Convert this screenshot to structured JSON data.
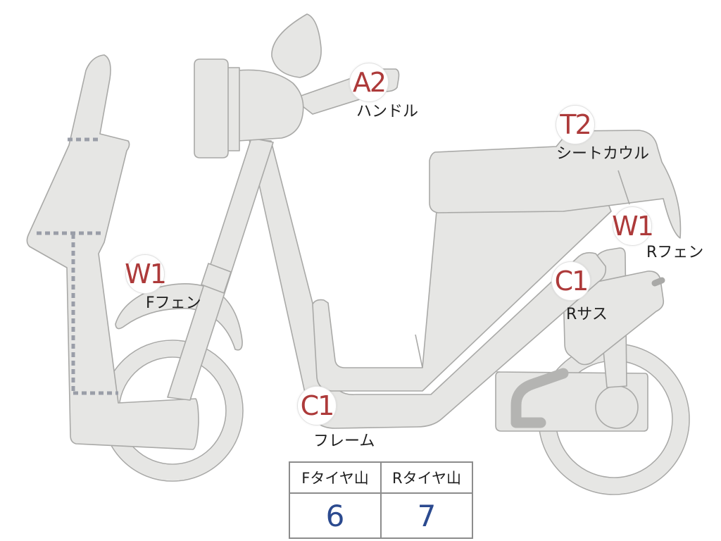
{
  "markers": [
    {
      "id": "a2",
      "code": "A2",
      "label": "ハンドル"
    },
    {
      "id": "t2",
      "code": "T2",
      "label": "シートカウル"
    },
    {
      "id": "w1_front",
      "code": "W1",
      "label": "Fフェン"
    },
    {
      "id": "w1_rear",
      "code": "W1",
      "label": "Rフェン"
    },
    {
      "id": "c1_susp",
      "code": "C1",
      "label": "Rサス"
    },
    {
      "id": "c1_frame",
      "code": "C1",
      "label": "フレーム"
    }
  ],
  "tire_table": {
    "headers": [
      "Fタイヤ山",
      "Rタイヤ山"
    ],
    "values": [
      "6",
      "7"
    ]
  },
  "colors": {
    "part_fill": "#e6e6e4",
    "part_outline": "#a9a9a7",
    "code_text": "#ad3a3a",
    "value_text": "#2b4a8f",
    "dashed_line": "#9a9ea8"
  }
}
